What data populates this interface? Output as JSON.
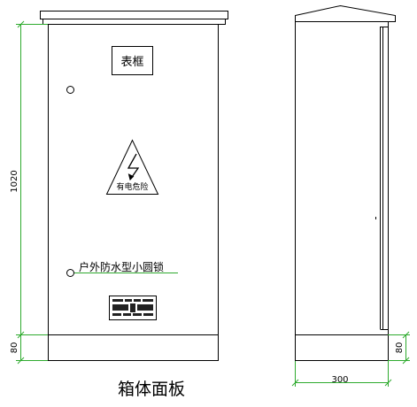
{
  "drawing": {
    "front_view": {
      "meter_box_label": "表框",
      "warning_label": "有电危险",
      "lock_label": "户外防水型小圆锁"
    },
    "dimensions": {
      "height_main": "1020",
      "height_base": "80",
      "depth": "300"
    },
    "caption": "箱体面板"
  }
}
